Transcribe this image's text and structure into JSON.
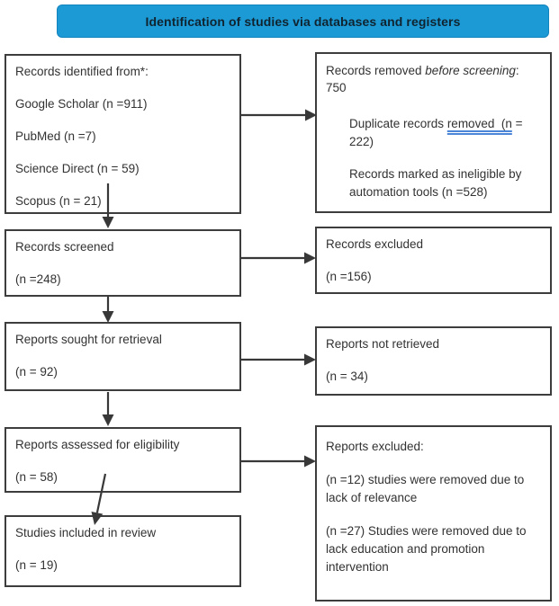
{
  "header": {
    "title": "Identification of studies via databases and registers"
  },
  "colors": {
    "header-bg": "#1b9ad6",
    "header-border": "#1484bd",
    "header-text": "#102430",
    "box-border": "#3d3d3d",
    "box-text": "#323232",
    "arrow": "#383838",
    "grammar-underline": "#4c86d9"
  },
  "boxes": {
    "identified": {
      "line1": "Records identified from*:",
      "line2": "Google Scholar (n =911)",
      "line3": "PubMed (n =7)",
      "line4": "Science Direct (n = 59)",
      "line5": "Scopus (n = 21)"
    },
    "removed_before_screening": {
      "head_pre": "Records removed ",
      "head_italic": "before screening",
      "head_post": ": 750",
      "item1_pre": "Duplicate records ",
      "item1_underlined": "removed  (n",
      "item1_post": " = 222)",
      "item2": "Records marked as ineligible by automation tools (n =528)"
    },
    "screened": {
      "line1": "Records screened",
      "line2": "(n =248)"
    },
    "records_excluded": {
      "line1": "Records excluded",
      "line2": "(n =156)"
    },
    "sought": {
      "line1": "Reports sought for retrieval",
      "line2": "(n = 92)"
    },
    "not_retrieved": {
      "line1": "Reports not retrieved",
      "line2": "(n = 34)"
    },
    "assessed": {
      "line1": "Reports assessed for eligibility",
      "line2": "(n = 58)"
    },
    "reports_excluded": {
      "line1": "Reports excluded:",
      "item1": "(n =12) studies were removed due to lack of relevance",
      "item2": "(n =27) Studies were removed due to lack education and promotion intervention"
    },
    "included": {
      "line1": "Studies included in review",
      "line2": "(n = 19)"
    }
  }
}
